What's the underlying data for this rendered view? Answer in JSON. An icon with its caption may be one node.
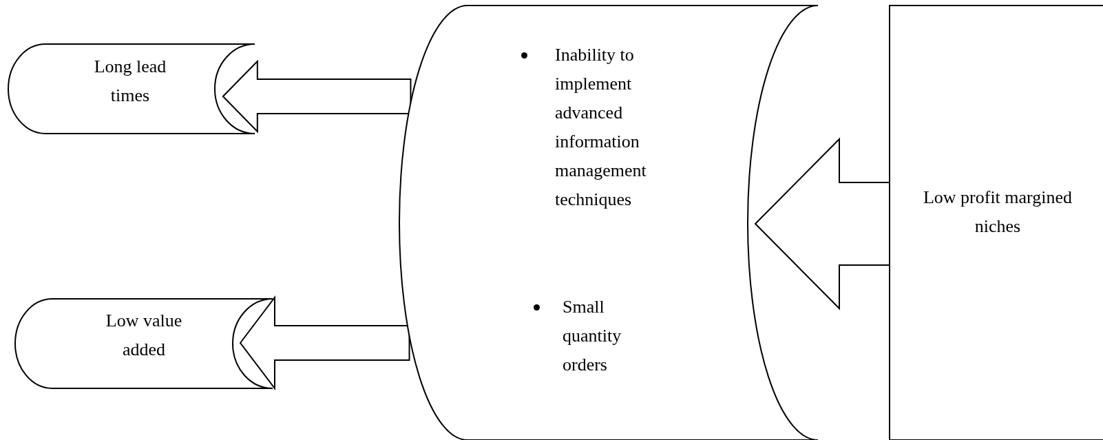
{
  "diagram": {
    "nodes": [
      {
        "text": [
          "Long lead times"
        ]
      },
      {
        "text": [
          "Low value added"
        ]
      },
      {
        "text": [
          "Inability to implement advanced information management techniques",
          "Small quantity orders"
        ]
      },
      {
        "text": [
          "Low profit margined niches"
        ]
      }
    ],
    "edges": [
      {
        "from": 2,
        "to": 0,
        "arrow": "to"
      },
      {
        "from": 2,
        "to": 1,
        "arrow": "to"
      },
      {
        "from": 3,
        "to": 2,
        "arrow": "to"
      }
    ]
  }
}
